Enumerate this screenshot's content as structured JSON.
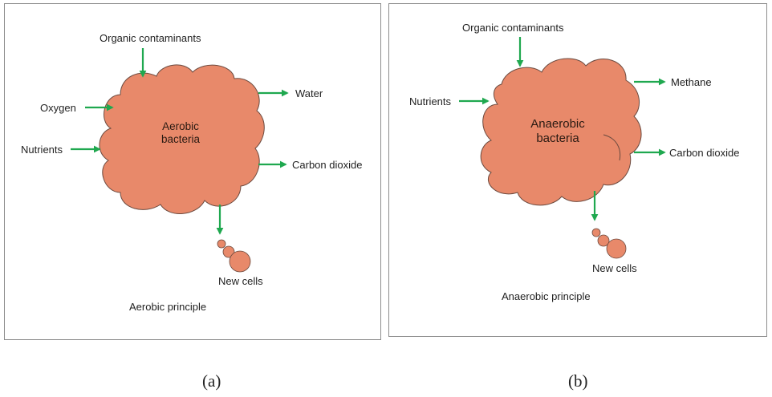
{
  "panel_a": {
    "center_line1": "Aerobic",
    "center_line2": "bacteria",
    "inputs": {
      "organic": "Organic contaminants",
      "oxygen": "Oxygen",
      "nutrients": "Nutrients"
    },
    "outputs": {
      "water": "Water",
      "co2": "Carbon dioxide",
      "cells": "New cells"
    },
    "principle": "Aerobic principle",
    "caption": "(a)"
  },
  "panel_b": {
    "center_line1": "Anaerobic",
    "center_line2": "bacteria",
    "inputs": {
      "organic": "Organic contaminants",
      "nutrients": "Nutrients"
    },
    "outputs": {
      "methane": "Methane",
      "co2": "Carbon dioxide",
      "cells": "New cells"
    },
    "principle": "Anaerobic principle",
    "caption": "(b)"
  },
  "colors": {
    "blob_fill": "#e8896a",
    "blob_stroke": "#6b4a3f",
    "arrow": "#1fa84f",
    "border": "#8c8c8c"
  }
}
